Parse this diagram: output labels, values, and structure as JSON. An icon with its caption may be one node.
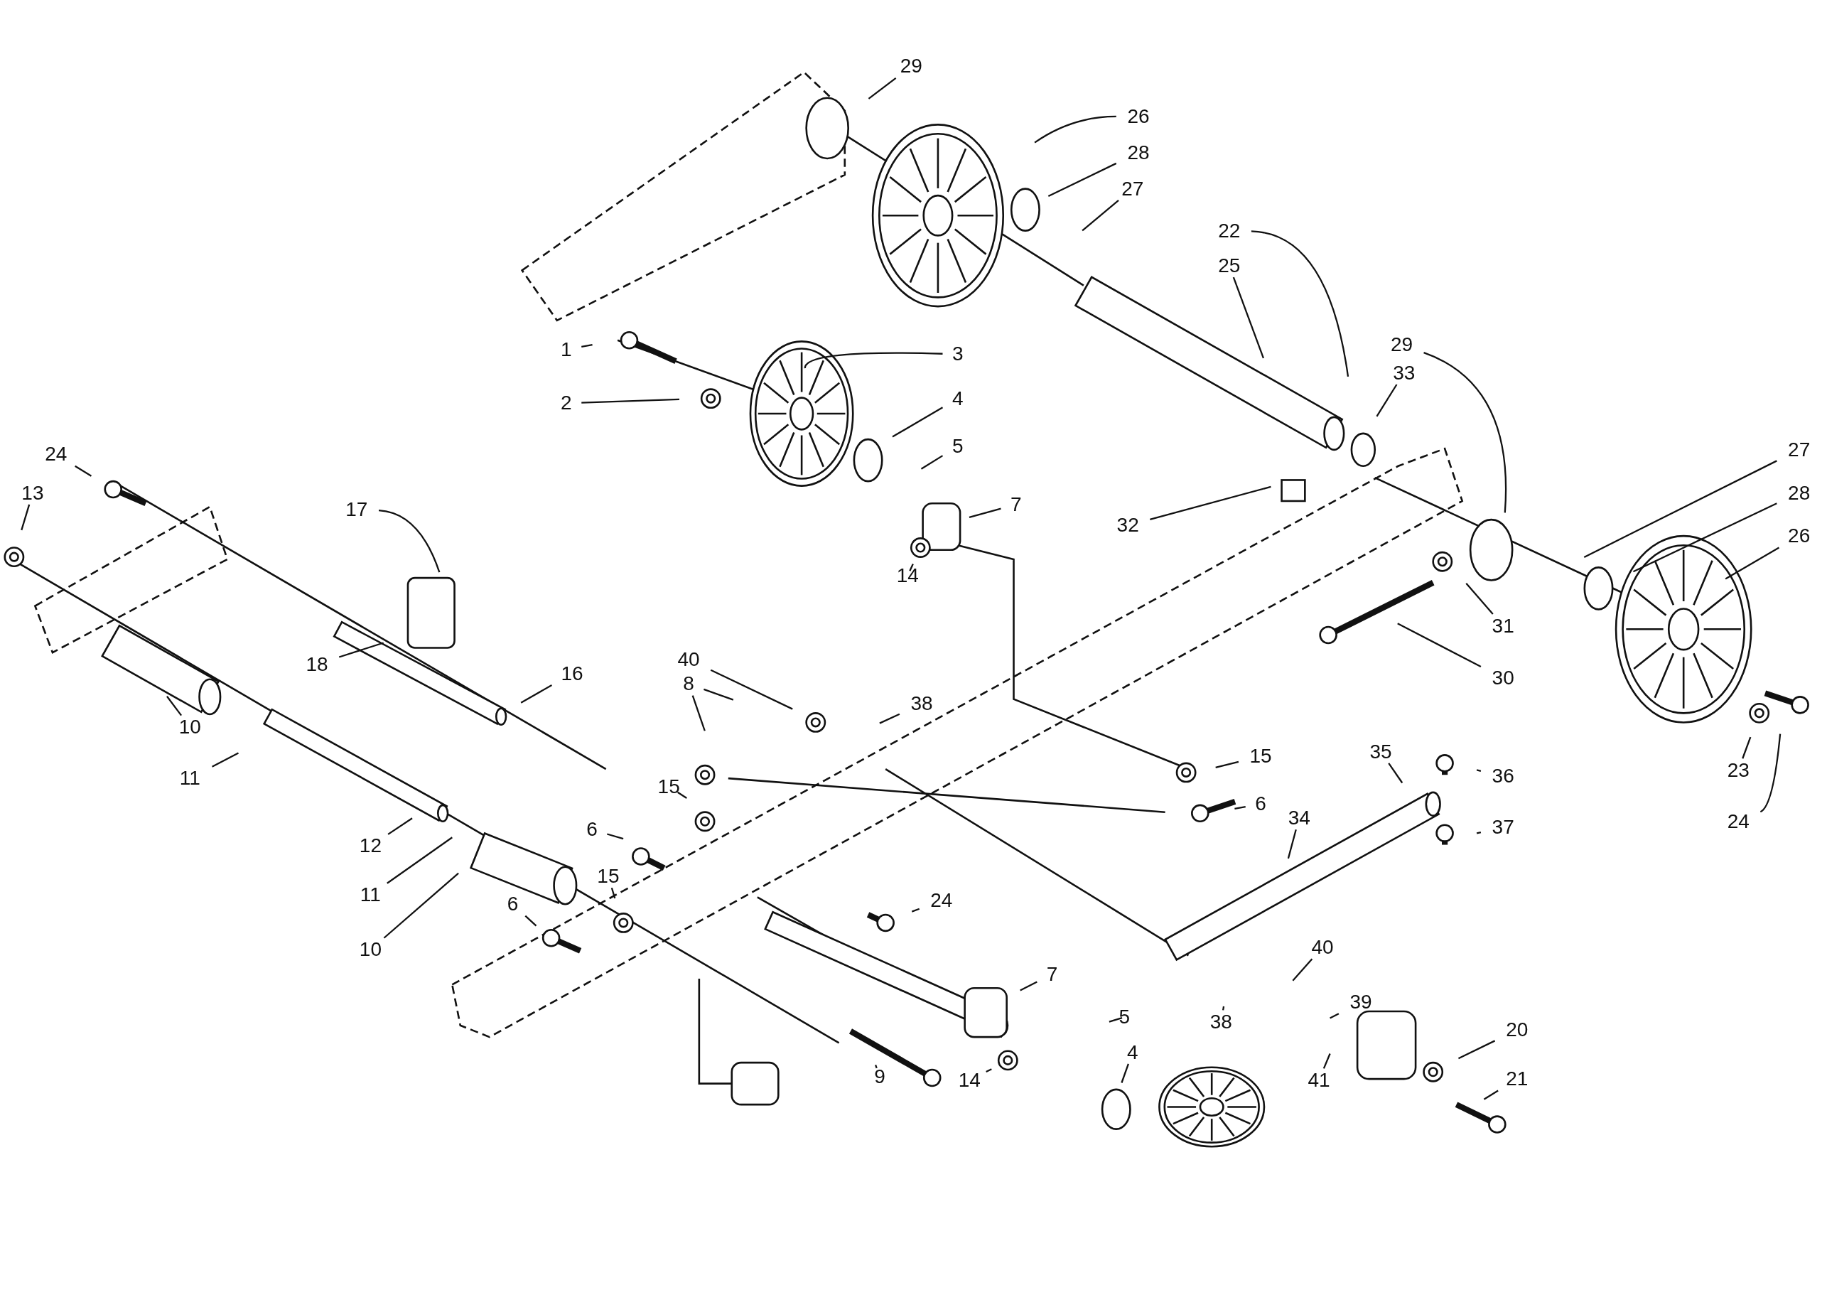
{
  "diagram": {
    "nodes": [
      {
        "text": [
          "29"
        ]
      },
      {
        "text": [
          "26"
        ]
      },
      {
        "text": [
          "28"
        ]
      },
      {
        "text": [
          "27"
        ]
      },
      {
        "text": [
          "22"
        ]
      },
      {
        "text": [
          "25"
        ]
      },
      {
        "text": [
          "1"
        ]
      },
      {
        "text": [
          "3"
        ]
      },
      {
        "text": [
          "2"
        ]
      },
      {
        "text": [
          "4"
        ]
      },
      {
        "text": [
          "29"
        ]
      },
      {
        "text": [
          "33"
        ]
      },
      {
        "text": [
          "5"
        ]
      },
      {
        "text": [
          "27"
        ]
      },
      {
        "text": [
          "24"
        ]
      },
      {
        "text": [
          "13"
        ]
      },
      {
        "text": [
          "28"
        ]
      },
      {
        "text": [
          "17"
        ]
      },
      {
        "text": [
          "7"
        ]
      },
      {
        "text": [
          "32"
        ]
      },
      {
        "text": [
          "26"
        ]
      },
      {
        "text": [
          "14"
        ]
      },
      {
        "text": [
          "31"
        ]
      },
      {
        "text": [
          "18"
        ]
      },
      {
        "text": [
          "40"
        ]
      },
      {
        "text": [
          "16"
        ]
      },
      {
        "text": [
          "8"
        ]
      },
      {
        "text": [
          "30"
        ]
      },
      {
        "text": [
          "38"
        ]
      },
      {
        "text": [
          "10"
        ]
      },
      {
        "text": [
          "35"
        ]
      },
      {
        "text": [
          "11"
        ]
      },
      {
        "text": [
          "15"
        ]
      },
      {
        "text": [
          "15"
        ]
      },
      {
        "text": [
          "23"
        ]
      },
      {
        "text": [
          "36"
        ]
      },
      {
        "text": [
          "6"
        ]
      },
      {
        "text": [
          "34"
        ]
      },
      {
        "text": [
          "24"
        ]
      },
      {
        "text": [
          "6"
        ]
      },
      {
        "text": [
          "37"
        ]
      },
      {
        "text": [
          "12"
        ]
      },
      {
        "text": [
          "15"
        ]
      },
      {
        "text": [
          "11"
        ]
      },
      {
        "text": [
          "6"
        ]
      },
      {
        "text": [
          "24"
        ]
      },
      {
        "text": [
          "10"
        ]
      },
      {
        "text": [
          "40"
        ]
      },
      {
        "text": [
          "7"
        ]
      },
      {
        "text": [
          "39"
        ]
      },
      {
        "text": [
          "5"
        ]
      },
      {
        "text": [
          "38"
        ]
      },
      {
        "text": [
          "20"
        ]
      },
      {
        "text": [
          "4"
        ]
      },
      {
        "text": [
          "9"
        ]
      },
      {
        "text": [
          "14"
        ]
      },
      {
        "text": [
          "41"
        ]
      },
      {
        "text": [
          "21"
        ]
      }
    ],
    "edges": [
      {
        "from": 0,
        "to": null,
        "arrow": "none"
      },
      {
        "from": 1,
        "to": null,
        "arrow": "none"
      },
      {
        "from": 2,
        "to": null,
        "arrow": "none"
      },
      {
        "from": 3,
        "to": null,
        "arrow": "none"
      },
      {
        "from": 4,
        "to": null,
        "arrow": "none"
      },
      {
        "from": 5,
        "to": null,
        "arrow": "none"
      },
      {
        "from": 6,
        "to": null,
        "arrow": "none"
      },
      {
        "from": 7,
        "to": null,
        "arrow": "none"
      },
      {
        "from": 8,
        "to": null,
        "arrow": "none"
      },
      {
        "from": 9,
        "to": null,
        "arrow": "none"
      },
      {
        "from": 10,
        "to": null,
        "arrow": "none"
      },
      {
        "from": 11,
        "to": null,
        "arrow": "none"
      },
      {
        "from": 12,
        "to": null,
        "arrow": "none"
      },
      {
        "from": 13,
        "to": null,
        "arrow": "none"
      },
      {
        "from": 14,
        "to": null,
        "arrow": "none"
      },
      {
        "from": 15,
        "to": null,
        "arrow": "none"
      },
      {
        "from": 16,
        "to": null,
        "arrow": "none"
      },
      {
        "from": 17,
        "to": null,
        "arrow": "none"
      },
      {
        "from": 18,
        "to": null,
        "arrow": "none"
      },
      {
        "from": 19,
        "to": null,
        "arrow": "none"
      },
      {
        "from": 20,
        "to": null,
        "arrow": "none"
      },
      {
        "from": 21,
        "to": null,
        "arrow": "none"
      },
      {
        "from": 22,
        "to": null,
        "arrow": "none"
      },
      {
        "from": 23,
        "to": null,
        "arrow": "none"
      },
      {
        "from": 24,
        "to": null,
        "arrow": "none"
      },
      {
        "from": 25,
        "to": null,
        "arrow": "none"
      },
      {
        "from": 26,
        "to": null,
        "arrow": "none"
      },
      {
        "from": 26,
        "to": null,
        "arrow": "none"
      },
      {
        "from": 27,
        "to": null,
        "arrow": "none"
      },
      {
        "from": 28,
        "to": null,
        "arrow": "none"
      },
      {
        "from": 29,
        "to": null,
        "arrow": "none"
      },
      {
        "from": 30,
        "to": null,
        "arrow": "none"
      },
      {
        "from": 31,
        "to": null,
        "arrow": "none"
      },
      {
        "from": 32,
        "to": null,
        "arrow": "none"
      },
      {
        "from": 33,
        "to": null,
        "arrow": "none"
      },
      {
        "from": 34,
        "to": null,
        "arrow": "none"
      },
      {
        "from": 35,
        "to": null,
        "arrow": "none"
      },
      {
        "from": 36,
        "to": null,
        "arrow": "none"
      },
      {
        "from": 37,
        "to": null,
        "arrow": "none"
      },
      {
        "from": 38,
        "to": null,
        "arrow": "none"
      },
      {
        "from": 39,
        "to": null,
        "arrow": "none"
      },
      {
        "from": 40,
        "to": null,
        "arrow": "none"
      },
      {
        "from": 41,
        "to": null,
        "arrow": "none"
      },
      {
        "from": 42,
        "to": null,
        "arrow": "none"
      },
      {
        "from": 43,
        "to": null,
        "arrow": "none"
      },
      {
        "from": 44,
        "to": null,
        "arrow": "none"
      },
      {
        "from": 45,
        "to": null,
        "arrow": "none"
      },
      {
        "from": 46,
        "to": null,
        "arrow": "none"
      },
      {
        "from": 47,
        "to": null,
        "arrow": "none"
      },
      {
        "from": 48,
        "to": null,
        "arrow": "none"
      },
      {
        "from": 49,
        "to": null,
        "arrow": "none"
      },
      {
        "from": 50,
        "to": null,
        "arrow": "none"
      },
      {
        "from": 51,
        "to": null,
        "arrow": "none"
      },
      {
        "from": 52,
        "to": null,
        "arrow": "none"
      },
      {
        "from": 53,
        "to": null,
        "arrow": "none"
      },
      {
        "from": 54,
        "to": null,
        "arrow": "none"
      },
      {
        "from": 55,
        "to": null,
        "arrow": "none"
      },
      {
        "from": 56,
        "to": null,
        "arrow": "none"
      },
      {
        "from": 57,
        "to": null,
        "arrow": "none"
      }
    ]
  }
}
